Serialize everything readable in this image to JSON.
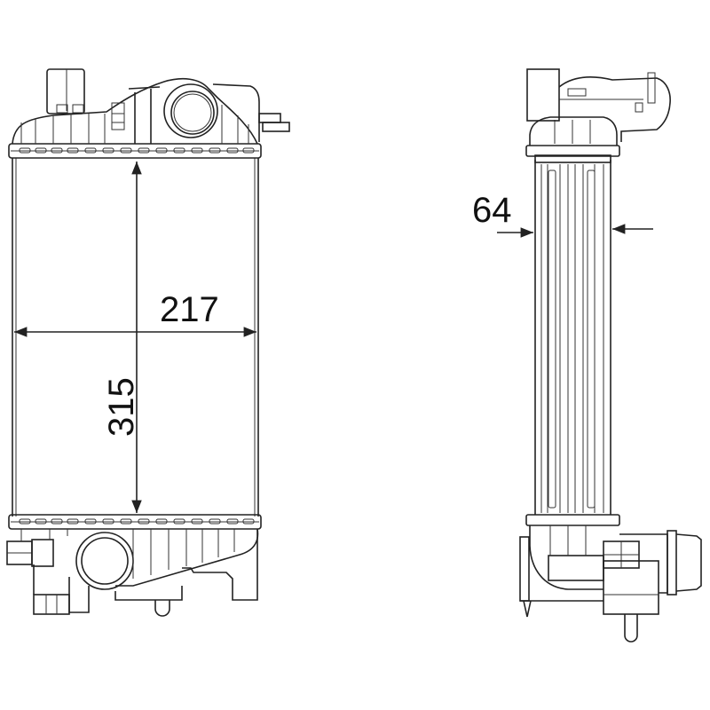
{
  "drawing": {
    "subject": "intercooler technical drawing",
    "views": [
      {
        "name": "front-view",
        "label": ""
      },
      {
        "name": "side-view",
        "label": ""
      }
    ],
    "dimensions": {
      "width": "217",
      "height": "315",
      "depth": "64"
    },
    "colors": {
      "line": "#222222",
      "background": "#ffffff"
    }
  }
}
